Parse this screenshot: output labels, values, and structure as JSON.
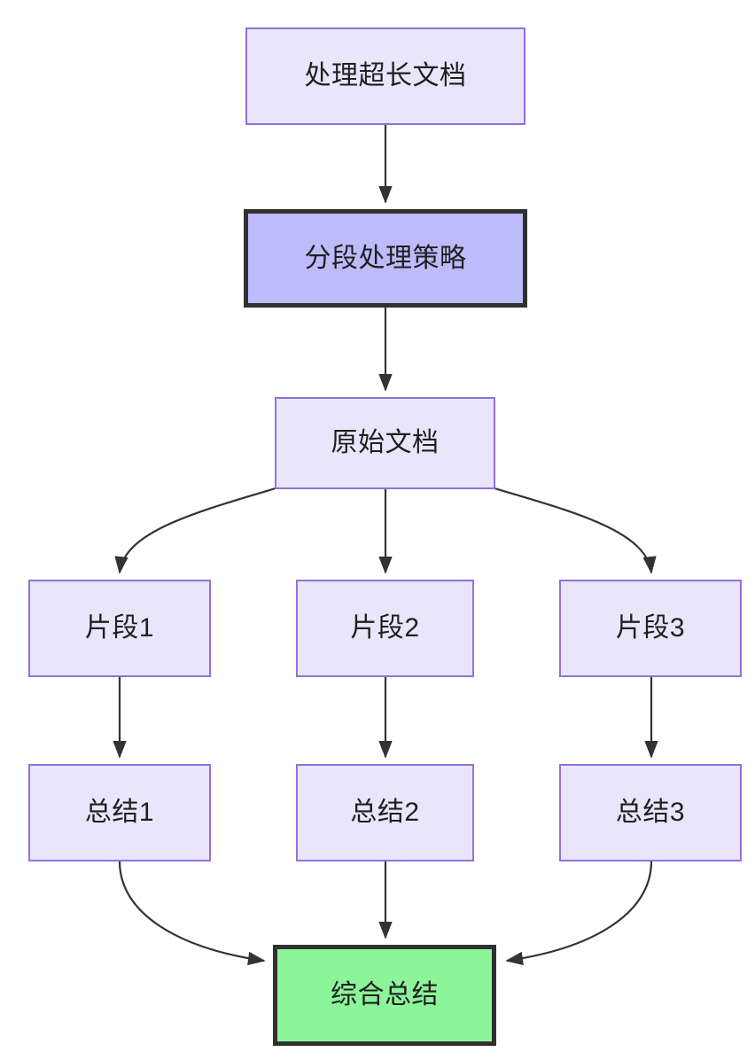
{
  "diagram": {
    "type": "flowchart",
    "direction": "top-down",
    "background_color": "#ffffff",
    "nodes": [
      {
        "id": "long-doc",
        "label": "处理超长文档",
        "kind": "default",
        "fill": "#e9e6fc",
        "stroke": "#9370db"
      },
      {
        "id": "strategy",
        "label": "分段处理策略",
        "kind": "strategy",
        "fill": "#bcbcfb",
        "stroke": "#303030"
      },
      {
        "id": "source-doc",
        "label": "原始文档",
        "kind": "default",
        "fill": "#e9e6fc",
        "stroke": "#9370db"
      },
      {
        "id": "chunk-1",
        "label": "片段1",
        "kind": "default",
        "fill": "#e9e6fc",
        "stroke": "#9370db"
      },
      {
        "id": "chunk-2",
        "label": "片段2",
        "kind": "default",
        "fill": "#e9e6fc",
        "stroke": "#9370db"
      },
      {
        "id": "chunk-3",
        "label": "片段3",
        "kind": "default",
        "fill": "#e9e6fc",
        "stroke": "#9370db"
      },
      {
        "id": "summary-1",
        "label": "总结1",
        "kind": "default",
        "fill": "#e9e6fc",
        "stroke": "#9370db"
      },
      {
        "id": "summary-2",
        "label": "总结2",
        "kind": "default",
        "fill": "#e9e6fc",
        "stroke": "#9370db"
      },
      {
        "id": "summary-3",
        "label": "总结3",
        "kind": "default",
        "fill": "#e9e6fc",
        "stroke": "#9370db"
      },
      {
        "id": "final-summary",
        "label": "综合总结",
        "kind": "final",
        "fill": "#8cf59a",
        "stroke": "#303030"
      }
    ],
    "edges": [
      {
        "from": "long-doc",
        "to": "strategy",
        "style": "straight",
        "label": ""
      },
      {
        "from": "strategy",
        "to": "source-doc",
        "style": "straight",
        "label": ""
      },
      {
        "from": "source-doc",
        "to": "chunk-1",
        "style": "curved",
        "label": ""
      },
      {
        "from": "source-doc",
        "to": "chunk-2",
        "style": "straight",
        "label": ""
      },
      {
        "from": "source-doc",
        "to": "chunk-3",
        "style": "curved",
        "label": ""
      },
      {
        "from": "chunk-1",
        "to": "summary-1",
        "style": "straight",
        "label": ""
      },
      {
        "from": "chunk-2",
        "to": "summary-2",
        "style": "straight",
        "label": ""
      },
      {
        "from": "chunk-3",
        "to": "summary-3",
        "style": "straight",
        "label": ""
      },
      {
        "from": "summary-1",
        "to": "final-summary",
        "style": "curved",
        "label": ""
      },
      {
        "from": "summary-2",
        "to": "final-summary",
        "style": "straight",
        "label": ""
      },
      {
        "from": "summary-3",
        "to": "final-summary",
        "style": "curved",
        "label": ""
      }
    ],
    "edge_color": "#333333",
    "text_color": "#1f1f1f"
  }
}
